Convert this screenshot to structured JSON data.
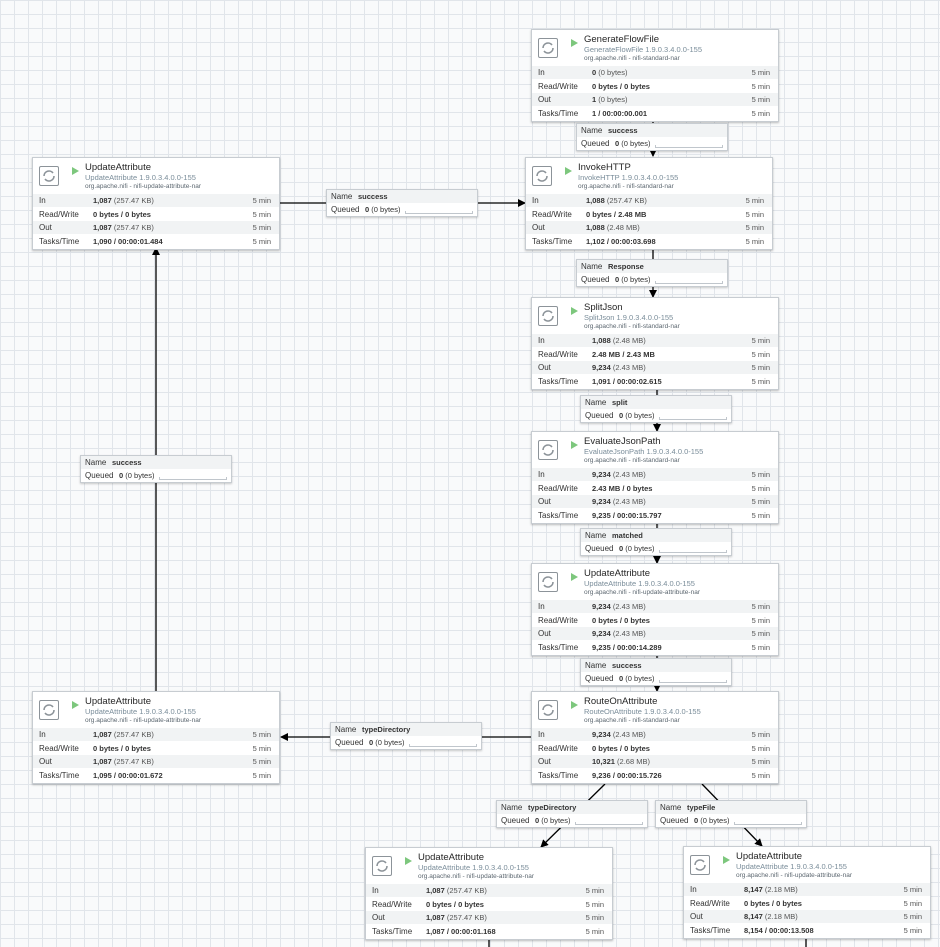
{
  "processors": [
    {
      "id": "p1",
      "name": "GenerateFlowFile",
      "type": "GenerateFlowFile 1.9.0.3.4.0.0-155",
      "bundle": "org.apache.nifi - nifi-standard-nar",
      "in_count": "0",
      "in_size": "(0 bytes)",
      "rw": "0 bytes / 0 bytes",
      "out_count": "1",
      "out_size": "(0 bytes)",
      "tasks": "1 / 00:00:00.001",
      "window": "5 min"
    },
    {
      "id": "p2",
      "name": "UpdateAttribute",
      "type": "UpdateAttribute 1.9.0.3.4.0.0-155",
      "bundle": "org.apache.nifi - nifi-update-attribute-nar",
      "in_count": "1,087",
      "in_size": "(257.47 KB)",
      "rw": "0 bytes / 0 bytes",
      "out_count": "1,087",
      "out_size": "(257.47 KB)",
      "tasks": "1,090 / 00:00:01.484",
      "window": "5 min"
    },
    {
      "id": "p3",
      "name": "InvokeHTTP",
      "type": "InvokeHTTP 1.9.0.3.4.0.0-155",
      "bundle": "org.apache.nifi - nifi-standard-nar",
      "in_count": "1,088",
      "in_size": "(257.47 KB)",
      "rw": "0 bytes / 2.48 MB",
      "out_count": "1,088",
      "out_size": "(2.48 MB)",
      "tasks": "1,102 / 00:00:03.698",
      "window": "5 min"
    },
    {
      "id": "p4",
      "name": "SplitJson",
      "type": "SplitJson 1.9.0.3.4.0.0-155",
      "bundle": "org.apache.nifi - nifi-standard-nar",
      "in_count": "1,088",
      "in_size": "(2.48 MB)",
      "rw": "2.48 MB / 2.43 MB",
      "out_count": "9,234",
      "out_size": "(2.43 MB)",
      "tasks": "1,091 / 00:00:02.615",
      "window": "5 min"
    },
    {
      "id": "p5",
      "name": "EvaluateJsonPath",
      "type": "EvaluateJsonPath 1.9.0.3.4.0.0-155",
      "bundle": "org.apache.nifi - nifi-standard-nar",
      "in_count": "9,234",
      "in_size": "(2.43 MB)",
      "rw": "2.43 MB / 0 bytes",
      "out_count": "9,234",
      "out_size": "(2.43 MB)",
      "tasks": "9,235 / 00:00:15.797",
      "window": "5 min"
    },
    {
      "id": "p6",
      "name": "UpdateAttribute",
      "type": "UpdateAttribute 1.9.0.3.4.0.0-155",
      "bundle": "org.apache.nifi - nifi-update-attribute-nar",
      "in_count": "9,234",
      "in_size": "(2.43 MB)",
      "rw": "0 bytes / 0 bytes",
      "out_count": "9,234",
      "out_size": "(2.43 MB)",
      "tasks": "9,235 / 00:00:14.289",
      "window": "5 min"
    },
    {
      "id": "p7",
      "name": "UpdateAttribute",
      "type": "UpdateAttribute 1.9.0.3.4.0.0-155",
      "bundle": "org.apache.nifi - nifi-update-attribute-nar",
      "in_count": "1,087",
      "in_size": "(257.47 KB)",
      "rw": "0 bytes / 0 bytes",
      "out_count": "1,087",
      "out_size": "(257.47 KB)",
      "tasks": "1,095 / 00:00:01.672",
      "window": "5 min"
    },
    {
      "id": "p8",
      "name": "RouteOnAttribute",
      "type": "RouteOnAttribute 1.9.0.3.4.0.0-155",
      "bundle": "org.apache.nifi - nifi-standard-nar",
      "in_count": "9,234",
      "in_size": "(2.43 MB)",
      "rw": "0 bytes / 0 bytes",
      "out_count": "10,321",
      "out_size": "(2.68 MB)",
      "tasks": "9,236 / 00:00:15.726",
      "window": "5 min"
    },
    {
      "id": "p9",
      "name": "UpdateAttribute",
      "type": "UpdateAttribute 1.9.0.3.4.0.0-155",
      "bundle": "org.apache.nifi - nifi-update-attribute-nar",
      "in_count": "1,087",
      "in_size": "(257.47 KB)",
      "rw": "0 bytes / 0 bytes",
      "out_count": "1,087",
      "out_size": "(257.47 KB)",
      "tasks": "1,087 / 00:00:01.168",
      "window": "5 min"
    },
    {
      "id": "p10",
      "name": "UpdateAttribute",
      "type": "UpdateAttribute 1.9.0.3.4.0.0-155",
      "bundle": "org.apache.nifi - nifi-update-attribute-nar",
      "in_count": "8,147",
      "in_size": "(2.18 MB)",
      "rw": "0 bytes / 0 bytes",
      "out_count": "8,147",
      "out_size": "(2.18 MB)",
      "tasks": "8,154 / 00:00:13.508",
      "window": "5 min"
    }
  ],
  "stat_labels": {
    "in": "In",
    "rw": "Read/Write",
    "out": "Out",
    "tasks": "Tasks/Time"
  },
  "conn_labels": {
    "name": "Name",
    "queued": "Queued"
  },
  "connections": [
    {
      "id": "c1",
      "name": "success",
      "queued_count": "0",
      "queued_size": "(0 bytes)"
    },
    {
      "id": "c2",
      "name": "success",
      "queued_count": "0",
      "queued_size": "(0 bytes)"
    },
    {
      "id": "c3",
      "name": "Response",
      "queued_count": "0",
      "queued_size": "(0 bytes)"
    },
    {
      "id": "c4",
      "name": "split",
      "queued_count": "0",
      "queued_size": "(0 bytes)"
    },
    {
      "id": "c5",
      "name": "matched",
      "queued_count": "0",
      "queued_size": "(0 bytes)"
    },
    {
      "id": "c6",
      "name": "success",
      "queued_count": "0",
      "queued_size": "(0 bytes)"
    },
    {
      "id": "c7",
      "name": "success",
      "queued_count": "0",
      "queued_size": "(0 bytes)"
    },
    {
      "id": "c8",
      "name": "typeDirectory",
      "queued_count": "0",
      "queued_size": "(0 bytes)"
    },
    {
      "id": "c9",
      "name": "typeDirectory",
      "queued_count": "0",
      "queued_size": "(0 bytes)"
    },
    {
      "id": "c10",
      "name": "typeFile",
      "queued_count": "0",
      "queued_size": "(0 bytes)"
    }
  ],
  "colors": {
    "run": "#7dc77d",
    "line": "#000000",
    "grid": "#e1e5ea"
  }
}
